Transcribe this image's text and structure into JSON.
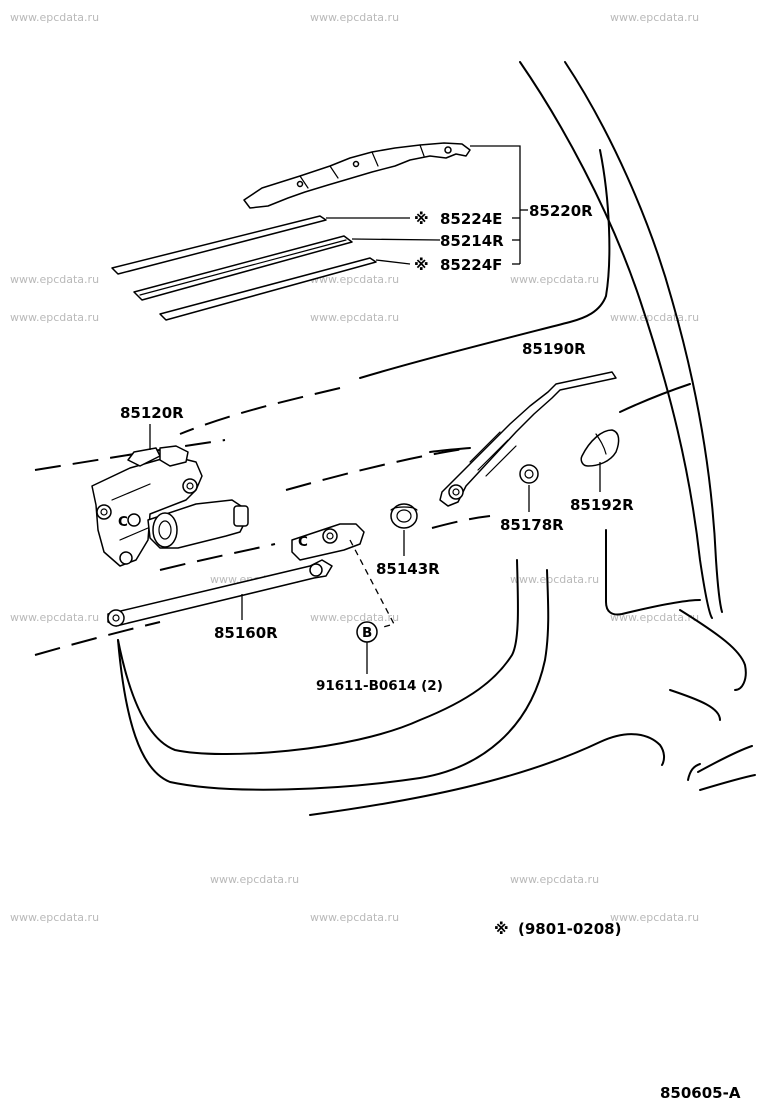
{
  "watermark": "www.epcdata.ru",
  "callouts": {
    "blade_assembly": "85220R",
    "rubber_upper": "85224E",
    "blade_refill": "85214R",
    "rubber_lower": "85224F",
    "arm": "85190R",
    "motor": "85120R",
    "cap": "85192R",
    "nut_cap": "85178R",
    "grommet": "85143R",
    "link": "85160R",
    "bolt": "91611-B0614 (2)",
    "bolt_ref": "B"
  },
  "markers": {
    "rubber_upper": "※",
    "rubber_lower": "※"
  },
  "footnote": {
    "symbol": "※",
    "range": "(9801-0208)"
  },
  "figure_id": "850605-A"
}
